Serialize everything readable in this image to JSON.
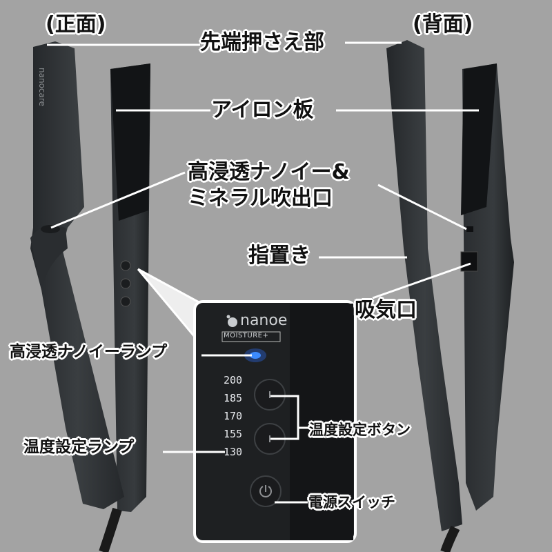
{
  "view_labels": {
    "front": "(正面)",
    "back": "(背面)"
  },
  "callouts": {
    "tip_press": "先端押さえ部",
    "iron_plate": "アイロン板",
    "nanoe_outlet_1": "高浸透ナノイー&",
    "nanoe_outlet_2": "ミネラル吹出口",
    "finger_rest": "指置き",
    "air_intake": "吸気口",
    "nanoe_lamp": "高浸透ナノイーランプ",
    "temp_lamp": "温度設定ランプ",
    "temp_button": "温度設定ボタン",
    "power_switch": "電源スイッチ"
  },
  "panel": {
    "brand": "nanoe",
    "badge": "MOISTURE+",
    "temperatures": [
      "200",
      "185",
      "170",
      "155",
      "130"
    ],
    "led_color": "#2f74ff"
  },
  "device": {
    "front_text": "nanocare",
    "body_color": "#2e3234",
    "plate_color": "#111315"
  }
}
